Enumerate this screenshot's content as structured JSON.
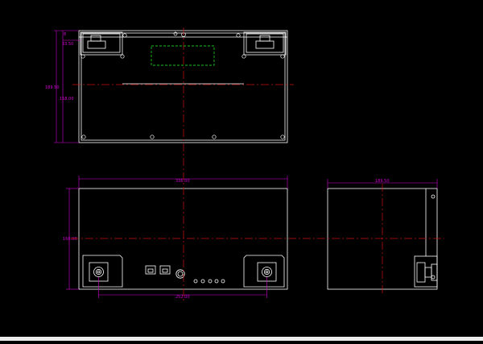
{
  "drawing": {
    "colors": {
      "background": "#000000",
      "outline": "#ffffff",
      "dimension": "#d400d4",
      "centerline": "#cc1111",
      "hidden_region": "#19c219"
    },
    "top_view": {
      "dim_top_small": "8",
      "dim_terminal_height": "33.50",
      "dim_total_height": "189.50",
      "dim_body_height": "158.00"
    },
    "front_view": {
      "dim_width": "336.00",
      "dim_height": "160.00",
      "dim_terminal_spacing": "252.00"
    },
    "side_view": {
      "dim_width": "189.50"
    }
  }
}
